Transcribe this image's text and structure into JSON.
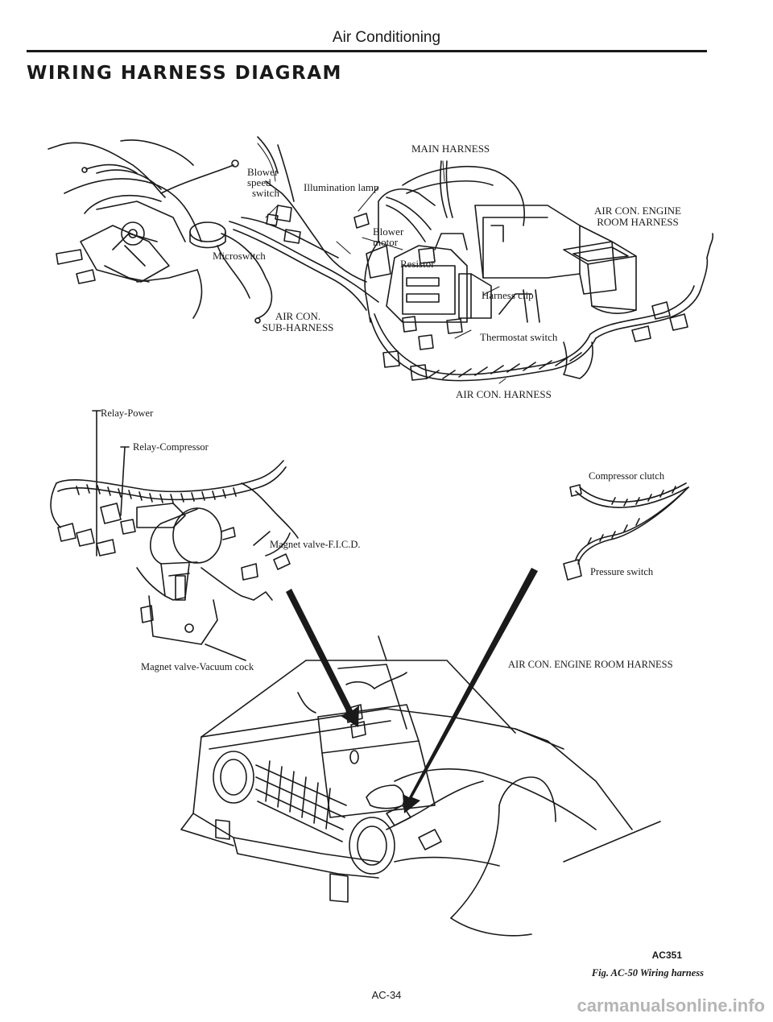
{
  "header": {
    "running_title": "Air Conditioning",
    "section_title": "WIRING HARNESS DIAGRAM"
  },
  "labels": {
    "main_harness": "MAIN HARNESS",
    "blower_speed_switch": [
      "Blower",
      "speed",
      "switch"
    ],
    "illumination_lamp": "Illumination lamp",
    "blower_motor": [
      "Blower",
      "motor"
    ],
    "air_con_engine_room_harness_top": [
      "AIR CON. ENGINE",
      "ROOM HARNESS"
    ],
    "resistor": "Resistor",
    "microswitch": "Microswitch",
    "harness_clip": "Harness clip",
    "air_con_sub_harness": [
      "AIR CON.",
      "SUB-HARNESS"
    ],
    "thermostat_switch": "Thermostat switch",
    "air_con_harness": "AIR CON. HARNESS",
    "relay_power": "Relay-Power",
    "relay_compressor": "Relay-Compressor",
    "compressor_clutch": "Compressor clutch",
    "magnet_valve_ficd": "Magnet valve-F.I.C.D.",
    "pressure_switch": "Pressure switch",
    "magnet_valve_vacuum_cock": "Magnet valve-Vacuum cock",
    "air_con_engine_room_harness_bottom": "AIR CON. ENGINE ROOM HARNESS"
  },
  "footer": {
    "figure_code": "AC351",
    "figure_caption": "Fig. AC-50 Wiring harness",
    "page_number": "AC-34",
    "watermark": "carmanualsonline.info"
  },
  "colors": {
    "ink": "#1a1a1a",
    "paper": "#ffffff"
  }
}
